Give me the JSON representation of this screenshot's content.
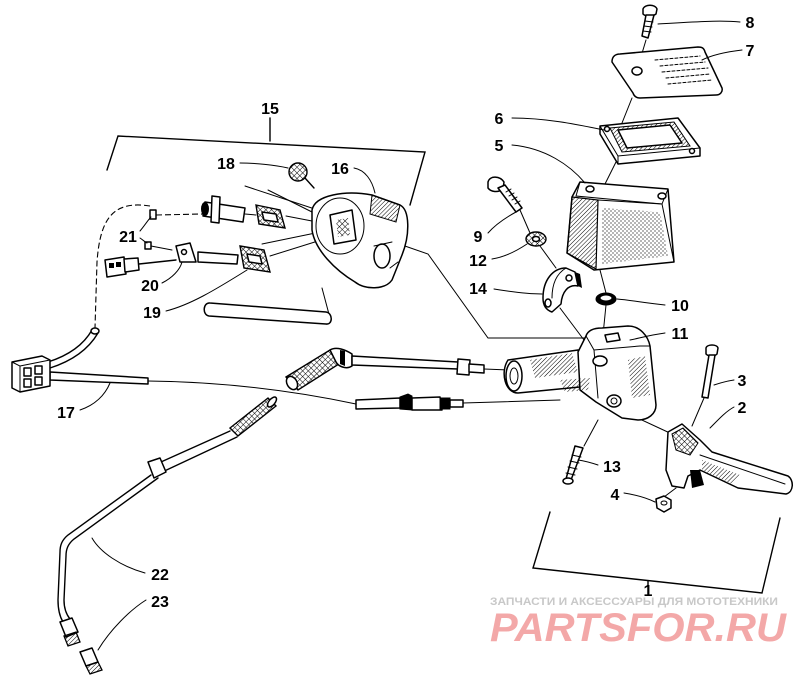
{
  "callouts": [
    "1",
    "2",
    "3",
    "4",
    "5",
    "6",
    "7",
    "8",
    "9",
    "10",
    "11",
    "12",
    "13",
    "14",
    "15",
    "16",
    "17",
    "18",
    "19",
    "20",
    "21",
    "22",
    "23"
  ],
  "watermark": {
    "tagline": "ЗАПЧАСТИ И АКСЕССУАРЫ ДЛЯ МОТОТЕХНИКИ",
    "logo": "PARTSFOR.RU"
  },
  "colors": {
    "line": "#000000",
    "background": "#ffffff",
    "tagline": "#c8c8c8",
    "logo": "#f29a9a"
  }
}
